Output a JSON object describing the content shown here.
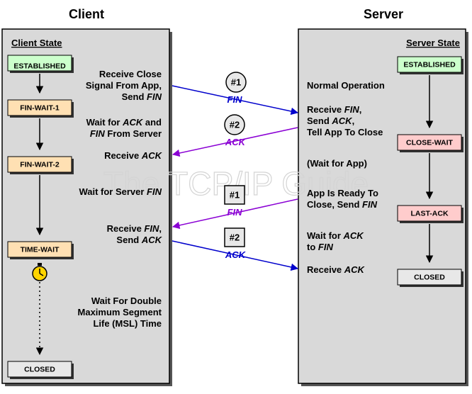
{
  "headers": {
    "client": "Client",
    "server": "Server"
  },
  "columns": {
    "client_state": "Client State",
    "server_state": "Server State"
  },
  "watermark": "The TCP/IP Guide",
  "colors": {
    "panel": "#d9d9d9",
    "state_green": "#ccffcc",
    "state_orange": "#ffe0b3",
    "state_pink": "#ffcccc",
    "state_grey": "#e8e8e8",
    "arrow_blue": "#0000cc",
    "arrow_purple": "#8a00d4",
    "clock": "#ffd400"
  },
  "client_states": {
    "established": "ESTABLISHED",
    "fin_wait_1": "FIN-WAIT-1",
    "fin_wait_2": "FIN-WAIT-2",
    "time_wait": "TIME-WAIT",
    "closed": "CLOSED"
  },
  "server_states": {
    "established": "ESTABLISHED",
    "close_wait": "CLOSE-WAIT",
    "last_ack": "LAST-ACK",
    "closed": "CLOSED"
  },
  "client_labels": {
    "l1a": "Receive Close",
    "l1b": "Signal From App,",
    "l1c": "Send ",
    "l1d": "FIN",
    "l2a": "Wait for ",
    "l2b": "ACK",
    "l2c": " and",
    "l2d": "FIN",
    "l2e": " From Server",
    "l3a": "Receive ",
    "l3b": "ACK",
    "l4a": "Wait for Server ",
    "l4b": "FIN",
    "l5a": "Receive ",
    "l5b": "FIN",
    "l5c": ",",
    "l5d": "Send ",
    "l5e": "ACK",
    "l6a": "Wait For Double",
    "l6b": "Maximum Segment",
    "l6c": "Life (MSL) Time"
  },
  "server_labels": {
    "s1": "Normal Operation",
    "s2a": "Receive ",
    "s2b": "FIN",
    "s2c": ",",
    "s2d": "Send ",
    "s2e": "ACK",
    "s2f": ",",
    "s2g": "Tell App To Close",
    "s3": "(Wait for App)",
    "s4a": "App Is Ready To",
    "s4b": "Close, Send ",
    "s4c": "FIN",
    "s5a": "Wait for ",
    "s5b": "ACK",
    "s5c": "to ",
    "s5d": "FIN",
    "s6a": "Receive ",
    "s6b": "ACK"
  },
  "messages": [
    {
      "num": "#1",
      "type": "FIN"
    },
    {
      "num": "#2",
      "type": "ACK"
    },
    {
      "num": "#1",
      "type": "FIN"
    },
    {
      "num": "#2",
      "type": "ACK"
    }
  ]
}
